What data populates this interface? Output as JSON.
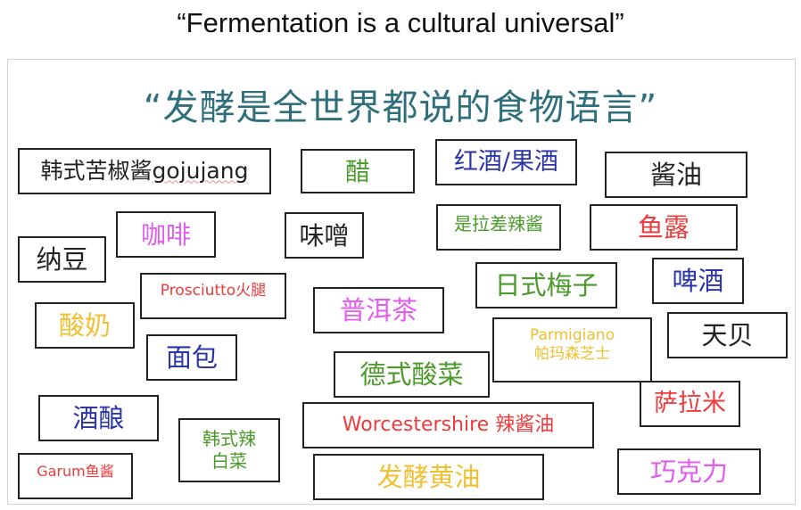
{
  "heading": "“Fermentation is a cultural universal”",
  "slide_title": "“发酵是全世界都说的食物语言”",
  "colors": {
    "title": "#2f6f7c",
    "green": "#4a9a2a",
    "blue": "#2b35a8",
    "red": "#ee3a3a",
    "magenta": "#e25cf0",
    "gold": "#f0c030",
    "black": "#222222"
  },
  "foods": {
    "gochujang_cn": "韩式苦椒酱",
    "gochujang_en": "gojujang",
    "vinegar": "醋",
    "wine": "红酒/果酒",
    "soy_sauce": "酱油",
    "sriracha": "是拉差辣酱",
    "fish_sauce": "鱼露",
    "coffee": "咖啡",
    "miso": "味噌",
    "natto": "纳豆",
    "prosciutto": "Prosciutto火腿",
    "umeboshi": "日式梅子",
    "beer": "啤酒",
    "puer": "普洱茶",
    "yogurt": "酸奶",
    "parmigiano_en": "Parmigiano",
    "parmigiano_cn": "帕玛森芝士",
    "tempeh": "天贝",
    "bread": "面包",
    "sauerkraut": "德式酸菜",
    "salami": "萨拉米",
    "jiuniang": "酒酿",
    "kimchi_1": "韩式辣",
    "kimchi_2": "白菜",
    "worcestershire": "Worcestershire 辣酱油",
    "garum": "Garum鱼酱",
    "cultured_butter": "发酵黄油",
    "chocolate": "巧克力"
  }
}
